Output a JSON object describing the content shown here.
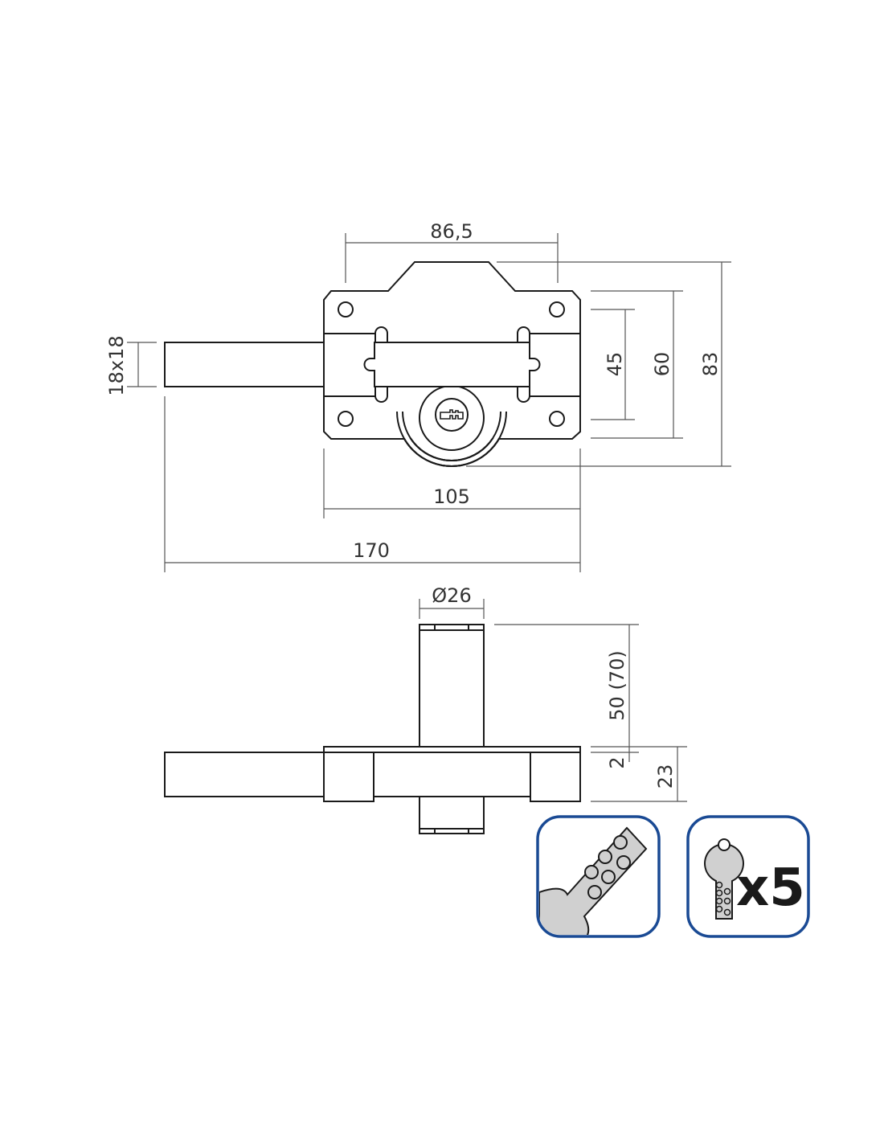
{
  "dimensions": {
    "top_width": "86,5",
    "total_height": "83",
    "plate_height": "60",
    "hole_spacing": "45",
    "bolt_section": "18x18",
    "plate_width": "105",
    "total_length": "170",
    "cylinder_diameter": "Ø26",
    "cylinder_length": "50 (70)",
    "plate_thickness": "2",
    "body_depth": "23"
  },
  "badges": {
    "keys_count": "x5"
  },
  "colors": {
    "badge_border": "#1a4a94",
    "key_fill": "#d0d0d0"
  }
}
